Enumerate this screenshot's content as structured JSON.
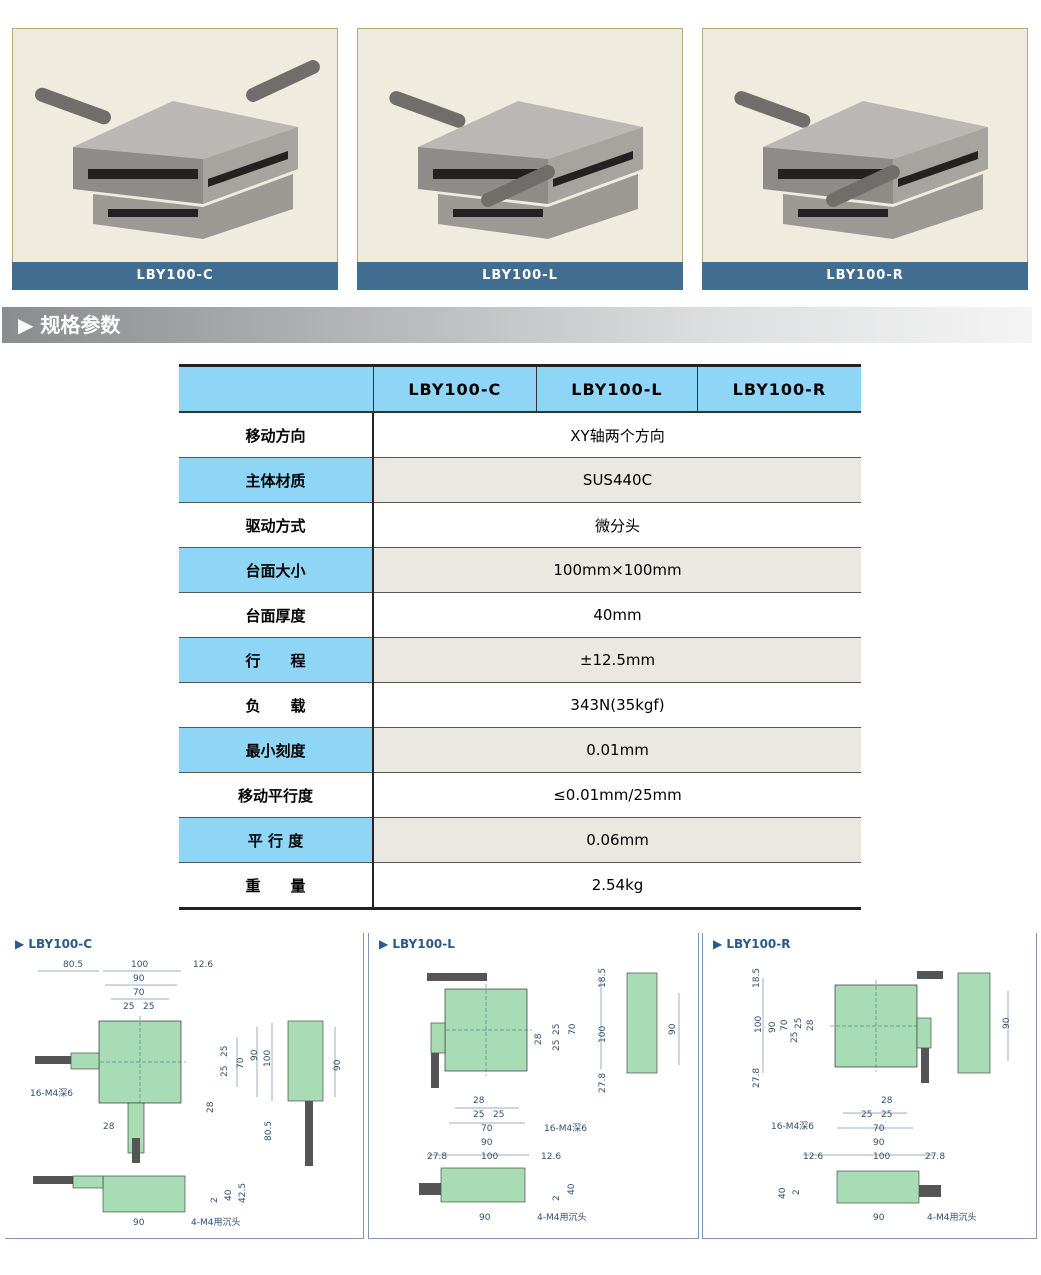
{
  "products": [
    {
      "label": "LBY100-C"
    },
    {
      "label": "LBY100-L"
    },
    {
      "label": "LBY100-R"
    }
  ],
  "section": {
    "icon": "▶",
    "title": "规格参数"
  },
  "table": {
    "headers": [
      "",
      "LBY100-C",
      "LBY100-L",
      "LBY100-R"
    ],
    "rows": [
      {
        "key": "移动方向",
        "value": "XY轴两个方向"
      },
      {
        "key": "主体材质",
        "value": "SUS440C"
      },
      {
        "key": "驱动方式",
        "value": "微分头"
      },
      {
        "key": "台面大小",
        "value": "100mm×100mm"
      },
      {
        "key": "台面厚度",
        "value": "40mm"
      },
      {
        "key": "行　　程",
        "value": "±12.5mm"
      },
      {
        "key": "负　　载",
        "value": "343N(35kgf)"
      },
      {
        "key": "最小刻度",
        "value": "0.01mm"
      },
      {
        "key": "移动平行度",
        "value": "≤0.01mm/25mm"
      },
      {
        "key": "平 行 度",
        "value": "0.06mm"
      },
      {
        "key": "重　　量",
        "value": "2.54kg"
      }
    ]
  },
  "drawings": [
    {
      "title": "▶ LBY100-C",
      "labels": [
        "80.5",
        "100",
        "12.6",
        "90",
        "70",
        "25",
        "25",
        "25",
        "25",
        "70",
        "90",
        "100",
        "90",
        "28",
        "28",
        "80.5",
        "16-M4深6",
        "2",
        "40",
        "42.5",
        "90",
        "4-M4用沉头"
      ]
    },
    {
      "title": "▶ LBY100-L",
      "labels": [
        "18.5",
        "25",
        "25",
        "70",
        "100",
        "90",
        "28",
        "27.8",
        "28",
        "25",
        "25",
        "70",
        "90",
        "100",
        "27.8",
        "12.6",
        "16-M4深6",
        "2",
        "40",
        "90",
        "4-M4用沉头"
      ]
    },
    {
      "title": "▶ LBY100-R",
      "labels": [
        "18.5",
        "90",
        "70",
        "100",
        "25",
        "25",
        "28",
        "27.8",
        "90",
        "28",
        "25",
        "25",
        "70",
        "90",
        "100",
        "12.6",
        "27.8",
        "16-M4深6",
        "40",
        "2",
        "90",
        "4-M4用沉头"
      ]
    }
  ],
  "colors": {
    "label_bar": "#416d90",
    "table_header": "#8fd6f6",
    "alt_row": "#ebe8e1",
    "drawing_green": "#a8dcb4"
  }
}
